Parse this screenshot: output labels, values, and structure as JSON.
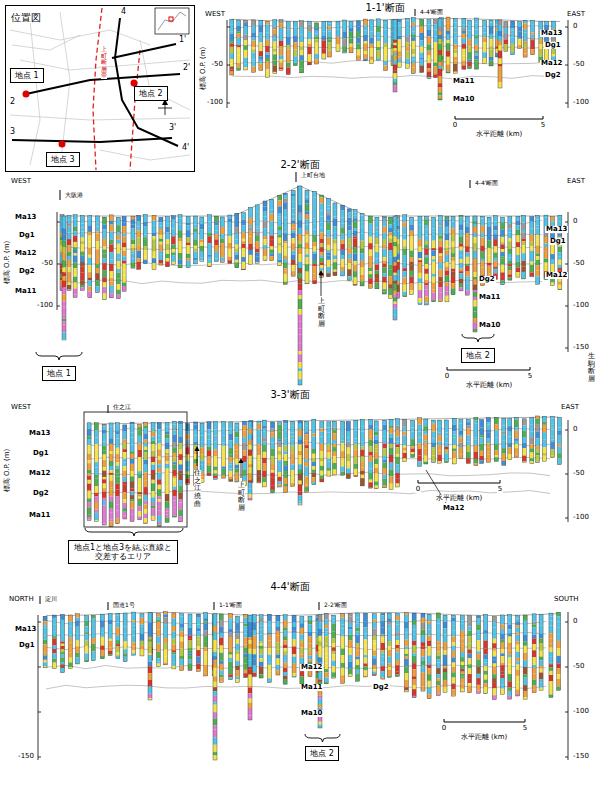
{
  "diagram": {
    "nodes": [
      {
        "text": [
          "位置図"
        ]
      },
      {
        "text": [
          "地点 1"
        ],
        "in": 0
      },
      {
        "text": [
          "地点 2"
        ],
        "in": 0
      },
      {
        "text": [
          "地点 3"
        ],
        "in": 0
      },
      {
        "text": [
          "地点 1"
        ]
      },
      {
        "text": [
          "地点 2"
        ]
      },
      {
        "text": [
          "地点1と地点3を結ぶ直線と交差するエリア"
        ]
      },
      {
        "text": [
          "地点 2"
        ]
      }
    ],
    "labels": [
      "4",
      "1'",
      "2'",
      "2",
      "3",
      "3'",
      "4'",
      "上町断層帯",
      "1-1'断面",
      "WEST",
      "EAST",
      "4-4'断面",
      "Ma13",
      "Dg1",
      "Ma12",
      "Dg2",
      "Ma11",
      "Ma10",
      "標高 O.P. (m)",
      "-50",
      "-100",
      "0",
      "-50",
      "-100",
      "0",
      "5",
      "水平距離 (km)",
      "2-2'断面",
      "WEST",
      "EAST",
      "大阪港",
      "上町台地",
      "4-4'断面",
      "標高 O.P. (m)",
      "Ma13",
      "Dg1",
      "Ma12",
      "Dg2",
      "Ma11",
      "-50",
      "-100",
      "0",
      "-50",
      "-100",
      "-150",
      "Ma13",
      "Dg1",
      "Ma12",
      "Dg2",
      "Ma11",
      "Ma10",
      "上町断層",
      "生駒断層",
      "0",
      "5",
      "水平距離 (km)",
      "3-3'断面",
      "WEST",
      "EAST",
      "住之江",
      "標高 O.P. (m)",
      "Ma13",
      "Dg1",
      "Ma12",
      "Dg2",
      "Ma11",
      "0",
      "-50",
      "-100",
      "Ma12",
      "住之江撓曲",
      "上町断層",
      "0",
      "5",
      "水平距離 (km)",
      "4-4'断面",
      "NORTH",
      "SOUTH",
      "淀川",
      "国道1号",
      "1-1'断面",
      "2-2'断面",
      "Ma13",
      "Dg1",
      "Ma12",
      "Ma11",
      "Dg2",
      "Ma10",
      "-150",
      "0",
      "-50",
      "-100",
      "-150",
      "0",
      "5",
      "水平距離 (km)"
    ]
  }
}
